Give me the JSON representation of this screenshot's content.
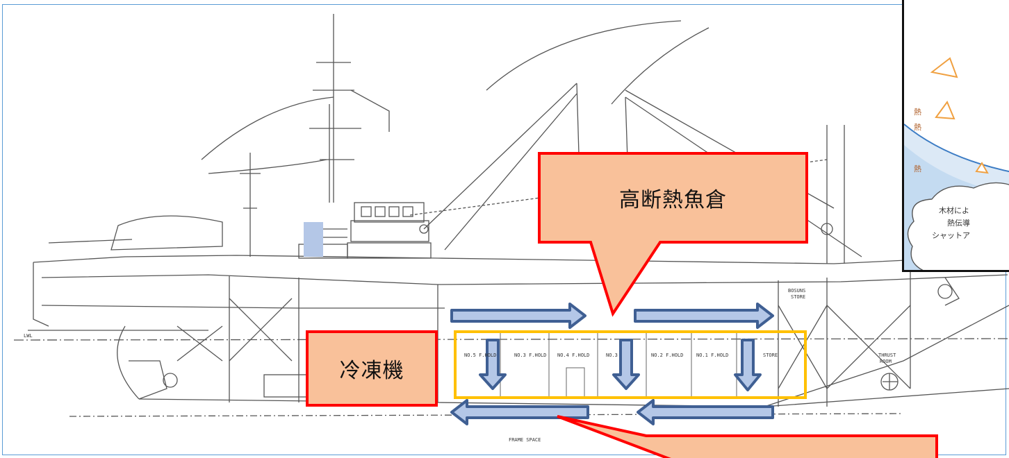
{
  "callouts": {
    "insulated_hold": "高断熱魚倉",
    "refrigerator": "冷凍機",
    "bottom_box": ""
  },
  "inset": {
    "heat_labels": [
      "熱",
      "熱",
      "熱"
    ],
    "note_lines": [
      "木材によ",
      "熱伝導",
      "シャットア"
    ]
  },
  "drawing_labels": {
    "holds": [
      "NO.5 F.HOLD",
      "NO.3 F.HOLD",
      "NO.4 F.HOLD",
      "NO.3",
      "NO.2 F.HOLD",
      "NO.1 F.HOLD",
      "STORE"
    ],
    "bosun_store": [
      "BOSUNS",
      "STORE"
    ],
    "thrust_room": [
      "THRUST",
      "ROOM"
    ],
    "lwl": "LWL",
    "frame_space": "FRAME SPACE"
  },
  "colors": {
    "frame_border": "#5a9bd5",
    "callout_fill": "#f9c19a",
    "callout_border": "#ff0000",
    "hold_outline": "#ffc000",
    "arrow_fill": "#3f5f93",
    "arrow_inner": "#b4c7e7",
    "line_art": "#555555"
  },
  "arrows": {
    "top": "right",
    "vertical": "down",
    "bottom": "left"
  }
}
